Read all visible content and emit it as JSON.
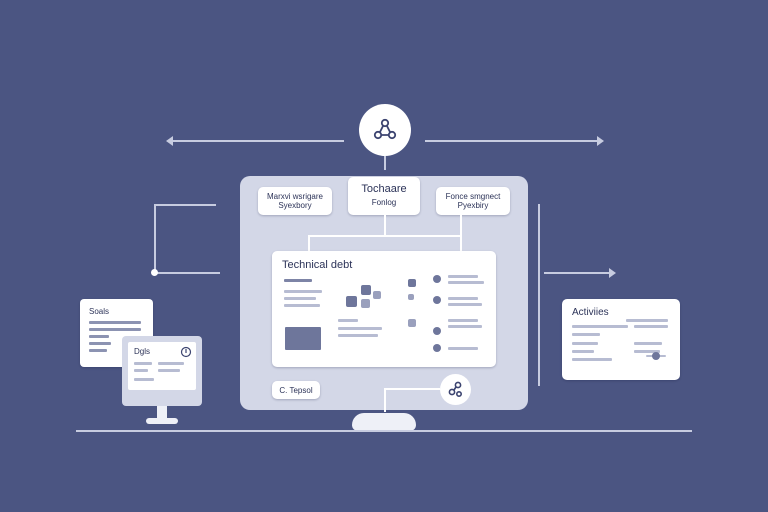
{
  "top_node": {
    "icon": "network-nodes-icon"
  },
  "labels": {
    "top_left": [
      "Marxvi wsrigare",
      "Syexbory"
    ],
    "top_center": [
      "Tochaare",
      "Fonlog"
    ],
    "top_right": [
      "Fonce smgnect",
      "Pyexbiry"
    ],
    "main_panel_title": "Technical debt",
    "bottom_chip": "C. Tepsol",
    "left_doc_title": "Soals",
    "small_monitor_title": "Dgls",
    "right_panel_title": "Activiies"
  },
  "icons": {
    "bottom_node": "link-nodes-icon",
    "small_monitor_logo": "circle-logo-icon"
  },
  "colors": {
    "background": "#4b5582",
    "monitor_screen": "#d3d7e7",
    "card": "#ffffff",
    "accent": "#6e769b"
  }
}
